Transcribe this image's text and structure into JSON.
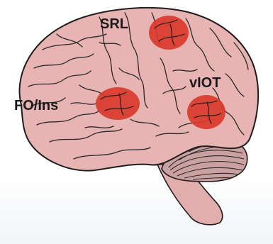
{
  "regions": [
    {
      "id": "srl",
      "label": "SRL",
      "color": "#d83a2a"
    },
    {
      "id": "fo-ins",
      "label": "FO/Ins",
      "color": "#d83a2a"
    },
    {
      "id": "viot",
      "label": "vIOT",
      "color": "#d83a2a"
    }
  ],
  "colors": {
    "brain_fill": "#e8b3b3",
    "outline": "#1e1e1e",
    "cerebellum": "#cba0a0"
  }
}
